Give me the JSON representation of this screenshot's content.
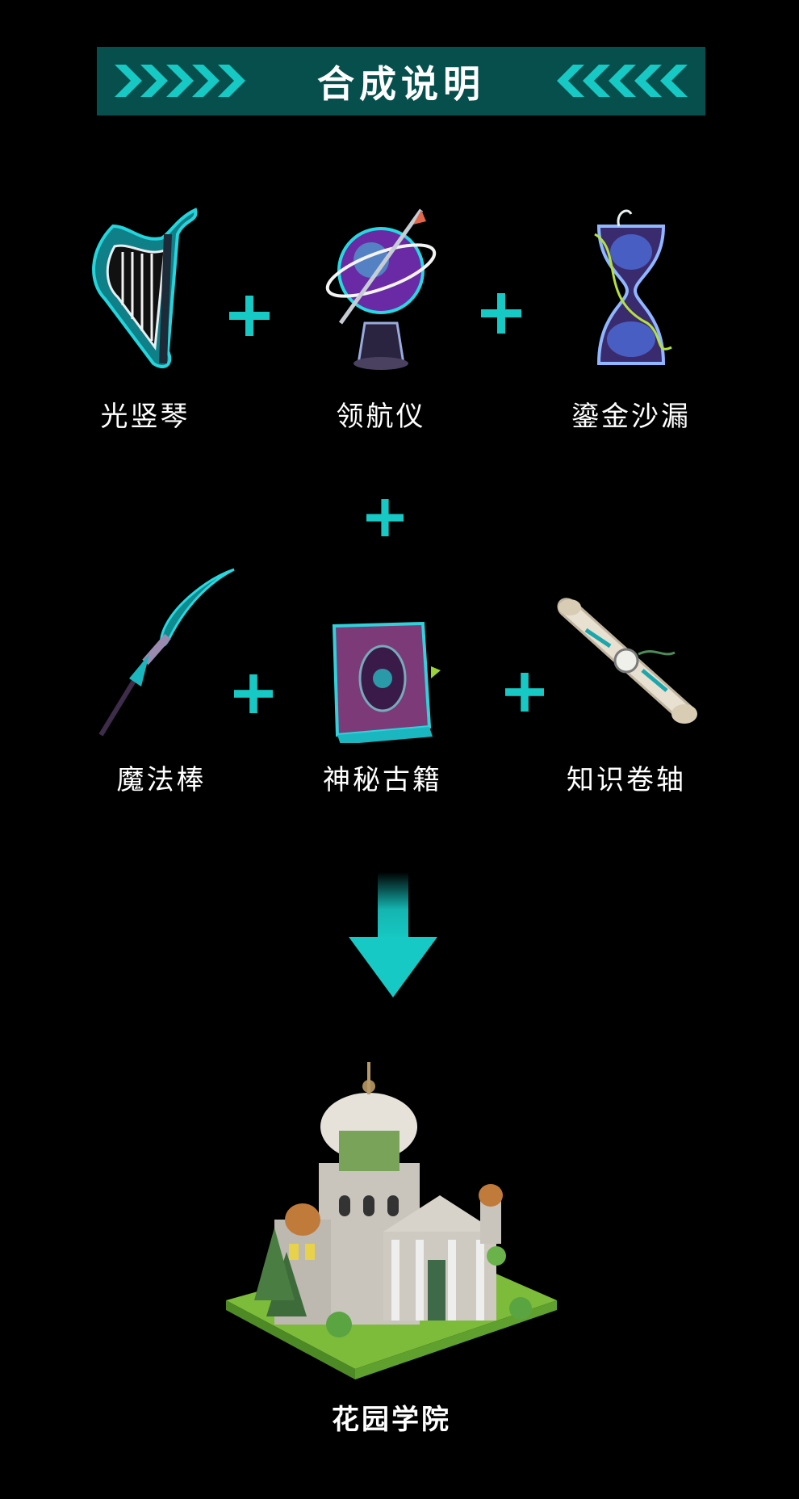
{
  "header": {
    "title": "合成说明"
  },
  "ingredients": [
    {
      "name": "光竖琴",
      "icon": "harp-icon"
    },
    {
      "name": "领航仪",
      "icon": "globe-icon"
    },
    {
      "name": "鎏金沙漏",
      "icon": "hourglass-icon"
    },
    {
      "name": "魔法棒",
      "icon": "wand-icon"
    },
    {
      "name": "神秘古籍",
      "icon": "book-icon"
    },
    {
      "name": "知识卷轴",
      "icon": "scroll-icon"
    }
  ],
  "result": {
    "name": "花园学院",
    "icon": "academy-building-icon"
  },
  "colors": {
    "accent": "#17c9c4",
    "banner": "#064f4c",
    "background": "#000000"
  }
}
